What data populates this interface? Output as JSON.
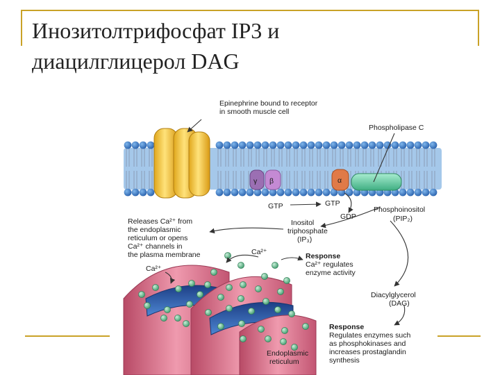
{
  "title": {
    "line1": "Инозитолтрифосфат IP3 и",
    "line2": "диацилглицерол DAG"
  },
  "labels": {
    "epinephrine_1": "Epinephrine bound to receptor",
    "epinephrine_2": "in smooth muscle cell",
    "phospholipase": "Phospholipase C",
    "gamma": "γ",
    "beta": "β",
    "alpha": "α",
    "gtp_left": "GTP",
    "gtp_right": "GTP",
    "gdp": "GDP",
    "phosphoinositol": "Phosphoinositol",
    "pip2": "(PIP₂)",
    "releases_1": "Releases Ca²⁺ from",
    "releases_2": "the endoplasmic",
    "releases_3": "reticulum or opens",
    "releases_4": "Ca²⁺ channels in",
    "releases_5": "the plasma membrane",
    "inositol_1": "Inositol",
    "inositol_2": "triphosphate",
    "inositol_3": "(IP₃)",
    "ca_top": "Ca²⁺",
    "ca_left": "Ca²⁺",
    "response1_head": "Response",
    "response1_2": "Ca²⁺ regulates",
    "response1_3": "enzyme activity",
    "dag_1": "Diacylglycerol",
    "dag_2": "(DAG)",
    "response2_head": "Response",
    "response2_2": "Regulates enzymes such",
    "response2_3": "as phosphokinases and",
    "response2_4": "increases prostaglandin",
    "response2_5": "synthesis",
    "er_1": "Endoplasmic",
    "er_2": "reticulum"
  },
  "colors": {
    "frame": "#c9a227",
    "membrane_blue": "#2f6fc0",
    "membrane_core": "#5b9bd8",
    "receptor": "#f4c330",
    "g_gamma": "#9b6fb3",
    "g_beta": "#c48ad4",
    "g_alpha": "#e07a48",
    "plc": "#6fcfa8",
    "er_pink": "#d9708a",
    "er_lumen": "#2f5fb0",
    "calcium": "#7cc9a1"
  }
}
